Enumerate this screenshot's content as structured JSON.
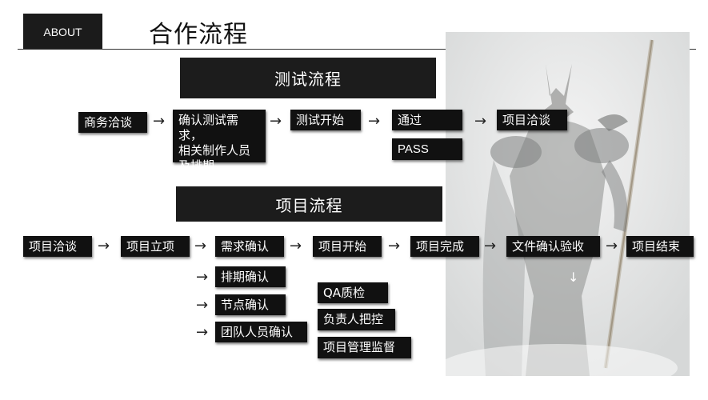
{
  "header": {
    "about_label": "ABOUT",
    "title": "合作流程"
  },
  "test_flow": {
    "banner": "测试流程",
    "steps": {
      "negotiation": "商务洽谈",
      "confirm_line1": "确认测试需求，",
      "confirm_line2": "相关制作人员",
      "confirm_line3": "及排期",
      "start": "测试开始",
      "pass_cn": "通过",
      "pass_en": "PASS",
      "project_negotiation": "项目洽谈"
    }
  },
  "project_flow": {
    "banner": "项目流程",
    "steps": {
      "negotiation": "项目洽谈",
      "setup": "项目立项",
      "requirement": "需求确认",
      "start": "项目开始",
      "complete": "项目完成",
      "doc_confirm": "文件确认验收",
      "end": "项目结束"
    },
    "sub_steps": {
      "schedule": "排期确认",
      "milestone": "节点确认",
      "team": "团队人员确认",
      "qa": "QA质检",
      "owner": "负责人把控",
      "supervise": "项目管理监督"
    }
  },
  "arrow_glyph": "→",
  "down_arrow_glyph": "↓",
  "colors": {
    "box_bg": "#111111",
    "banner_bg": "#1c1c1c",
    "text_light": "#ffffff"
  }
}
